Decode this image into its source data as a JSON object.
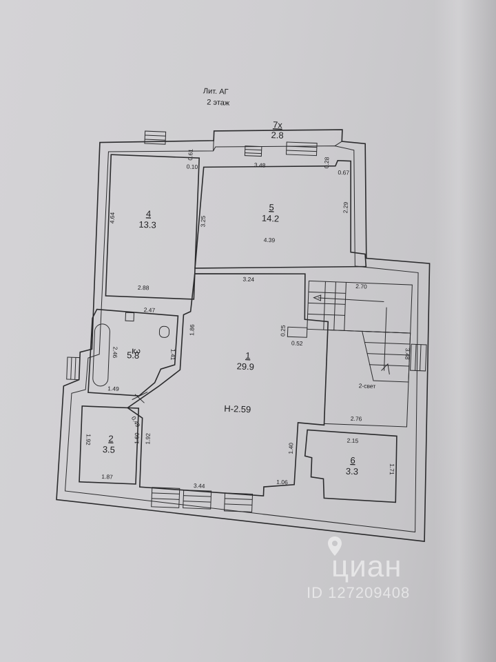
{
  "header": {
    "lit": "Лит. АГ",
    "floor": "2 этаж"
  },
  "rooms": [
    {
      "id": "7x",
      "num": "7х",
      "area": "2.8"
    },
    {
      "id": "4",
      "num": "4",
      "area": "13.3"
    },
    {
      "id": "5",
      "num": "5",
      "area": "14.2"
    },
    {
      "id": "3",
      "num": "3",
      "area": "5.8"
    },
    {
      "id": "1",
      "num": "1",
      "area": "29.9"
    },
    {
      "id": "2",
      "num": "2",
      "area": "3.5"
    },
    {
      "id": "6",
      "num": "6",
      "area": "3.3"
    }
  ],
  "height_label": "Н-2.59",
  "second_light_label": "2-свет",
  "dimensions": [
    "0.61",
    "0.10",
    "3.48",
    "0.28",
    "0.67",
    "2.29",
    "4.64",
    "3.25",
    "4.39",
    "2.88",
    "3.24",
    "2.70",
    "2.47",
    "1.86",
    "0.25",
    "0.52",
    "3.48",
    "2.46",
    "1.41",
    "1.49",
    "0.49",
    "1.92",
    "1.60",
    "1.92",
    "1.40",
    "2.15",
    "1.71",
    "1.87",
    "3.44",
    "1.06",
    "2.76"
  ],
  "watermark": {
    "brand": "циан",
    "id": "ID 127209408"
  }
}
